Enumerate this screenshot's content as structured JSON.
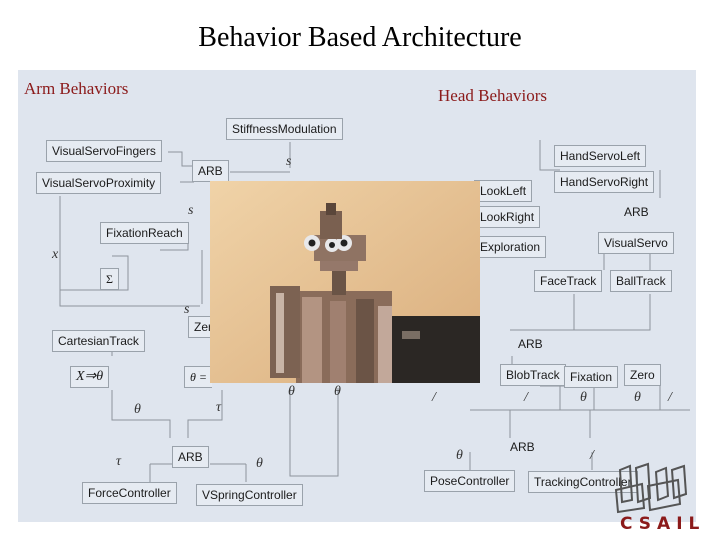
{
  "slide": {
    "title": "Behavior Based Architecture"
  },
  "labels": {
    "arm": "Arm Behaviors",
    "head": "Head Behaviors"
  },
  "boxes": {
    "stiffness": "StiffnessModulation",
    "vs_fingers": "VisualServoFingers",
    "vs_prox": "VisualServoProximity",
    "arb_top": "ARB",
    "fix_reach": "FixationReach",
    "sigma": "Σ",
    "cart": "CartesianTrack",
    "x_theta": "X⇒θ",
    "zero_left": "Zer",
    "theta_eq": "θ =",
    "arb_bottom": "ARB",
    "force_ctrl": "ForceController",
    "vspring": "VSpringController",
    "hs_left": "HandServoLeft",
    "hs_right": "HandServoRight",
    "arb_hand": "ARB",
    "look_left": "LookLeft",
    "look_right": "LookRight",
    "exploration": "Exploration",
    "visual_servo": "VisualServo",
    "face_track": "FaceTrack",
    "ball_track": "BallTrack",
    "arb_head": "ARB",
    "blob_track": "BlobTrack",
    "fixation": "Fixation",
    "zero_right": "Zero",
    "arb_head_bottom": "ARB",
    "pose_ctrl": "PoseController",
    "tracking_ctrl": "TrackingController"
  },
  "symbols": {
    "s1": "s",
    "s2": "s",
    "s3": "s",
    "x": "x",
    "theta1": "θ",
    "tau1": "τ",
    "tau2": "τ",
    "theta2": "θ",
    "theta3": "θ",
    "theta4": "θ",
    "i1": "/",
    "i2": "/",
    "theta5": "θ",
    "theta6": "θ",
    "i3": "/",
    "theta7": "θ",
    "i4": "/"
  },
  "logo": {
    "text": "CSAIL",
    "color": "#8b1a1a"
  },
  "photo": {
    "wall_color": "#e9c79b",
    "robot_color": "#8a6c5a"
  }
}
